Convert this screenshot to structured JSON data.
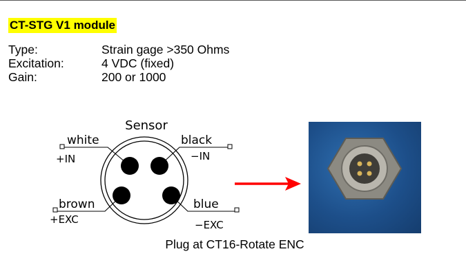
{
  "header": {
    "title": "CT-STG V1 module"
  },
  "specs": [
    {
      "label": "Type:",
      "value": "Strain gage >350 Ohms"
    },
    {
      "label": "Excitation:",
      "value": "4 VDC (fixed)"
    },
    {
      "label": "Gain:",
      "value": "200 or 1000"
    }
  ],
  "diagram": {
    "title": "Sensor",
    "wires": {
      "white": {
        "color": "white",
        "signal": "+IN"
      },
      "black": {
        "color": "black",
        "signal": "−IN"
      },
      "brown": {
        "color": "brown",
        "signal": "+EXC"
      },
      "blue": {
        "color": "blue",
        "signal": "−EXC"
      }
    },
    "arrow_color": "#ff0000"
  },
  "caption": "Plug at CT16-Rotate ENC"
}
